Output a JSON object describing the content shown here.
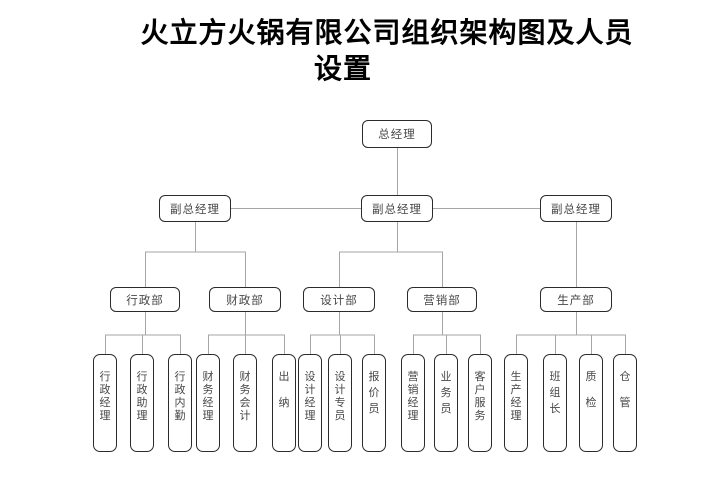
{
  "title": {
    "line1": "火立方火锅有限公司组织架构图及人员",
    "line2": "设置"
  },
  "org": {
    "ceo": {
      "label": "总经理"
    },
    "deputies": [
      {
        "label": "副总经理"
      },
      {
        "label": "副总经理"
      },
      {
        "label": "副总经理"
      }
    ],
    "departments": [
      {
        "label": "行政部"
      },
      {
        "label": "财政部"
      },
      {
        "label": "设计部"
      },
      {
        "label": "营销部"
      },
      {
        "label": "生产部"
      }
    ],
    "staff": [
      {
        "label": "行政经理"
      },
      {
        "label": "行政助理"
      },
      {
        "label": "行政内勤"
      },
      {
        "label": "财务经理"
      },
      {
        "label": "财务会计"
      },
      {
        "label": "出纳"
      },
      {
        "label": "设计经理"
      },
      {
        "label": "设计专员"
      },
      {
        "label": "报价员"
      },
      {
        "label": "营销经理"
      },
      {
        "label": "业务员"
      },
      {
        "label": "客户服务"
      },
      {
        "label": "生产经理"
      },
      {
        "label": "班组长"
      },
      {
        "label": "质检"
      },
      {
        "label": "仓管"
      }
    ]
  },
  "colors": {
    "background": "#ffffff",
    "box_border": "#2b2b2b",
    "connector_line": "#a6a6a6",
    "title_text": "#000000",
    "node_text": "#474747"
  }
}
